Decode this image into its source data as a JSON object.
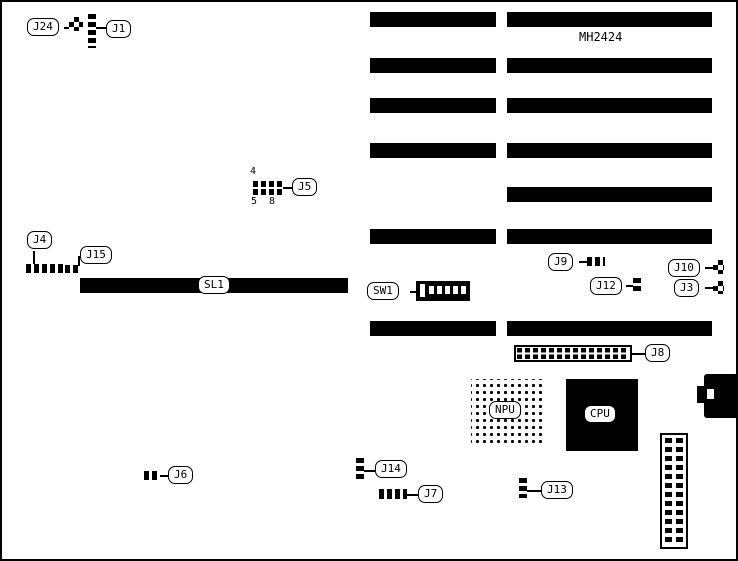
{
  "board": {
    "part_number": "MH2424"
  },
  "labels": {
    "j24": "J24",
    "j1": "J1",
    "j4": "J4",
    "j15": "J15",
    "j5": "J5",
    "sl1": "SL1",
    "sw1": "SW1",
    "j9": "J9",
    "j12": "J12",
    "j10": "J10",
    "j3": "J3",
    "j8": "J8",
    "npu": "NPU",
    "cpu": "CPU",
    "j6": "J6",
    "j14": "J14",
    "j7": "J7",
    "j13": "J13"
  },
  "pins": {
    "j5_pin4": "4",
    "j5_pin5": "5",
    "j5_pin8": "8"
  },
  "colors": {
    "board_bg": "#ffffff",
    "ink": "#000000"
  }
}
